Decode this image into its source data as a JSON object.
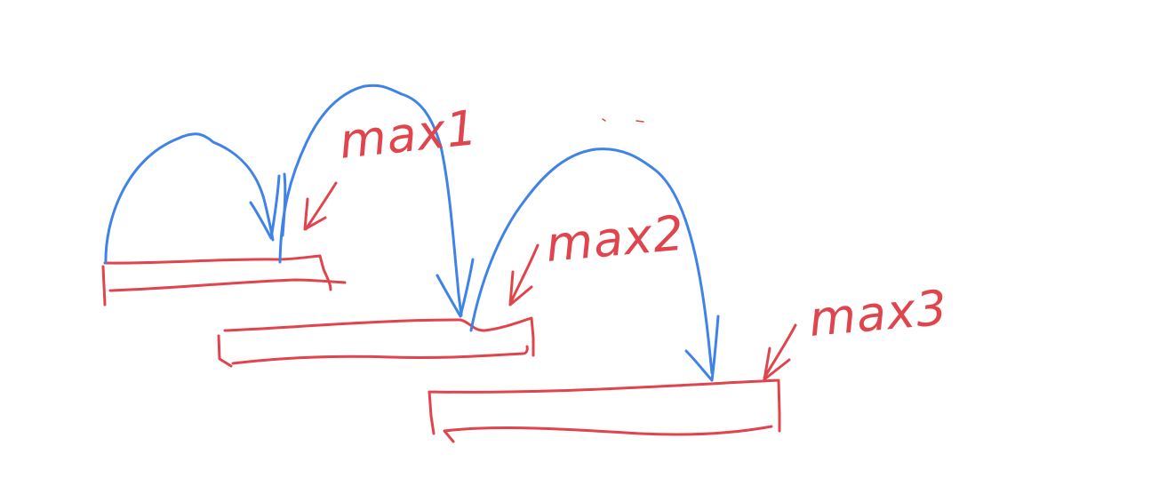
{
  "labels": {
    "max1": "max1",
    "max2": "max2",
    "max3": "max3"
  },
  "colors": {
    "background": "#ffffff",
    "red_ink": "#e0444c",
    "blue_ink": "#3f82e8"
  },
  "icons": {
    "arrow_down": "down-arrow-icon",
    "pointer_arrow": "diagonal-arrow-icon"
  }
}
